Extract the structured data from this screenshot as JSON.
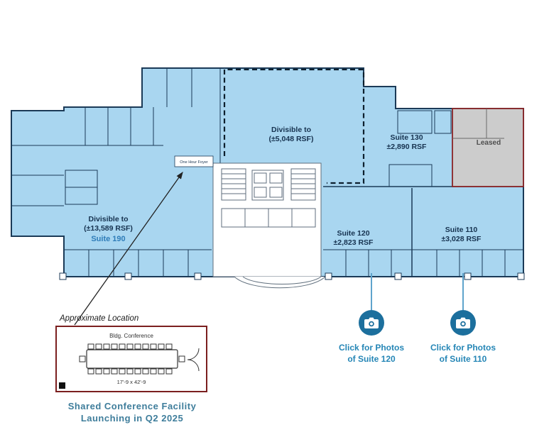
{
  "plan": {
    "suites": {
      "divisible_top": {
        "name": "Divisible to",
        "size": "(±5,048 RSF)"
      },
      "suite_130": {
        "name": "Suite 130",
        "size": "±2,890 RSF"
      },
      "leased": {
        "name": "Leased"
      },
      "suite_190": {
        "name": "Divisible to",
        "size": "(±13,589 RSF)",
        "suite": "Suite 190"
      },
      "suite_120": {
        "name": "Suite 120",
        "size": "±2,823 RSF"
      },
      "suite_110": {
        "name": "Suite 110",
        "size": "±3,028 RSF"
      }
    },
    "foyer_label": "One Hour Foyer"
  },
  "conference": {
    "pointer_label": "Approximate Location",
    "room_label": "Bldg. Conference",
    "dimensions": "17'-9 x 42'-9",
    "caption_line1": "Shared Conference Facility",
    "caption_line2": "Launching in Q2 2025"
  },
  "photo_buttons": [
    {
      "icon": "camera-icon",
      "line1": "Click for Photos",
      "line2": "of Suite 120"
    },
    {
      "icon": "camera-icon",
      "line1": "Click for Photos",
      "line2": "of Suite 110"
    }
  ],
  "colors": {
    "suite_fill": "#a9d6f0",
    "wall": "#1b3a57",
    "leased_fill": "#cccccc",
    "leased_border": "#8a2426",
    "teal_button": "#1c6f9d",
    "link_text": "#2586b6",
    "caption_text": "#3e7d9b"
  }
}
